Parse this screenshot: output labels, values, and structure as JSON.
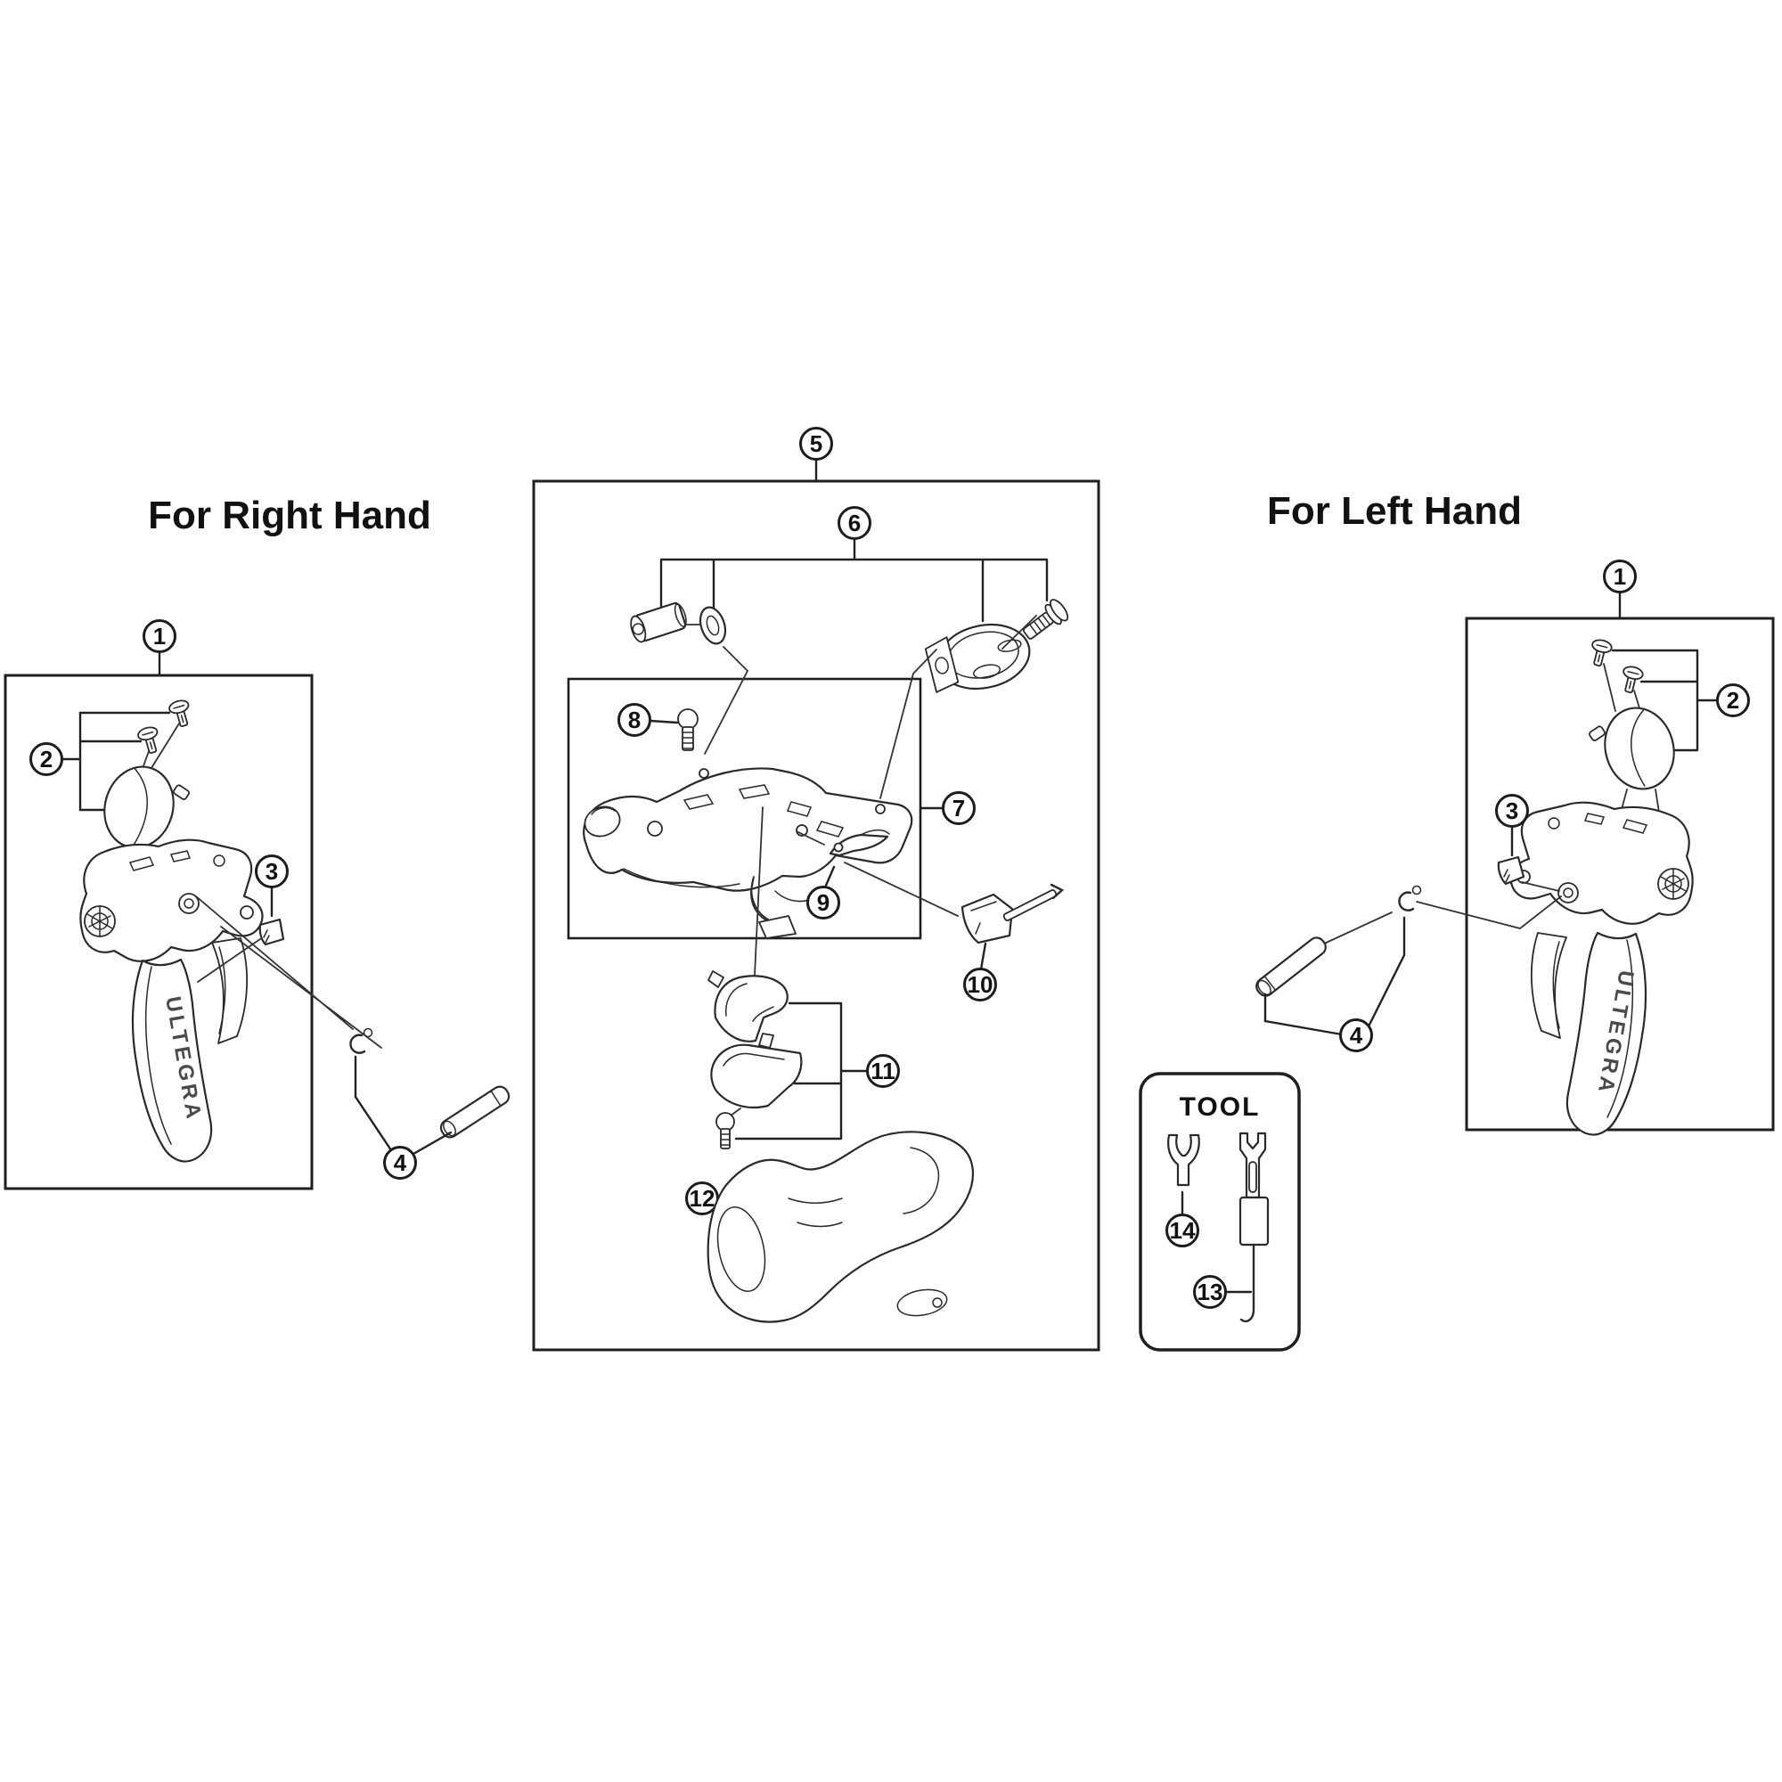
{
  "colors": {
    "ink": "#1c1c1c",
    "background": "#ffffff"
  },
  "sections": {
    "right_hand": {
      "title": "For Right Hand"
    },
    "left_hand": {
      "title": "For Left Hand"
    },
    "tool": {
      "title": "TOOL"
    }
  },
  "callouts": {
    "c1": "1",
    "c2": "2",
    "c3": "3",
    "c4": "4",
    "c5": "5",
    "c6": "6",
    "c7": "7",
    "c8": "8",
    "c9": "9",
    "c10": "10",
    "c11": "11",
    "c12": "12",
    "c13": "13",
    "c14": "14"
  },
  "lever_brand": "ULTEGRA"
}
